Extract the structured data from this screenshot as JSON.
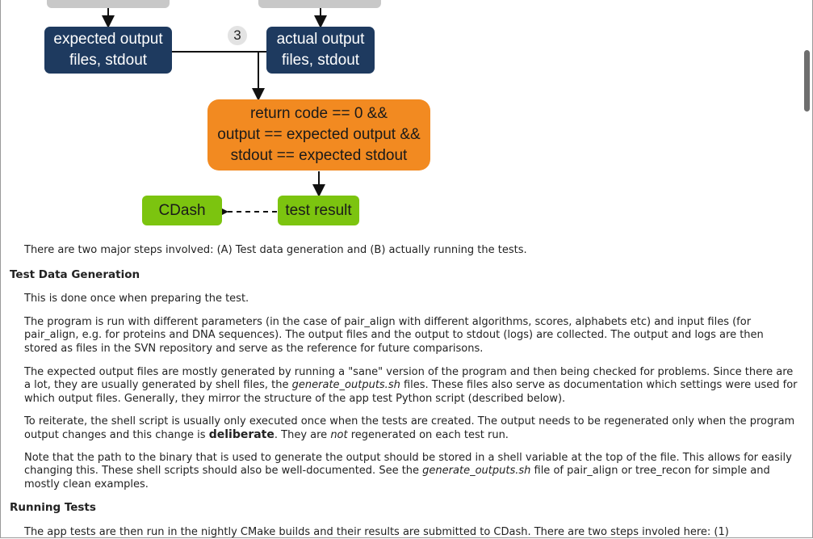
{
  "diagram": {
    "badge": "3",
    "expected_box": "expected output files, stdout",
    "actual_box": "actual output files, stdout",
    "condition": {
      "line1": "return code == 0 &&",
      "line2": "output == expected output &&",
      "line3": "stdout == expected stdout"
    },
    "cdash": "CDash",
    "test_result": "test result",
    "colors": {
      "dark_box": "#1e3a5f",
      "orange_box": "#f28a21",
      "green_box": "#7cc40f"
    }
  },
  "doc": {
    "intro": "There are two major steps involved: (A) Test data generation and (B) actually running the tests.",
    "section1": {
      "title": "Test Data Generation",
      "p1": "This is done once when preparing the test.",
      "p2": "The program is run with different parameters (in the case of pair_align with different algorithms, scores, alphabets etc) and input files (for pair_align, e.g. for proteins and DNA sequences). The output files and the output to stdout (logs) are collected. The output and logs are then stored as files in the SVN repository and serve as the reference for future comparisons.",
      "p3_a": "The expected output files are mostly generated by running a \"sane\" version of the program and then being checked for problems. Since there are a lot, they are usually generated by shell files, the ",
      "p3_em": "generate_outputs.sh",
      "p3_b": " files. These files also serve as documentation which settings were used for which output files. Generally, they mirror the structure of the app test Python script (described below).",
      "p4_a": "To reiterate, the shell script is usually only executed once when the tests are created. The output needs to be regenerated only when the program output changes and this change is ",
      "p4_strong": "deliberate",
      "p4_b": ". They are ",
      "p4_em": "not",
      "p4_c": " regenerated on each test run.",
      "p5_a": "Note that the path to the binary that is used to generate the output should be stored in a shell variable at the top of the file. This allows for easily changing this. These shell scripts should also be well-documented. See the ",
      "p5_em": "generate_outputs.sh",
      "p5_b": " file of pair_align or tree_recon for simple and mostly clean examples."
    },
    "section2": {
      "title": "Running Tests",
      "p1": "The app tests are then run in the nightly CMake builds and their results are submitted to CDash. There are two steps involed here: (1)"
    }
  }
}
